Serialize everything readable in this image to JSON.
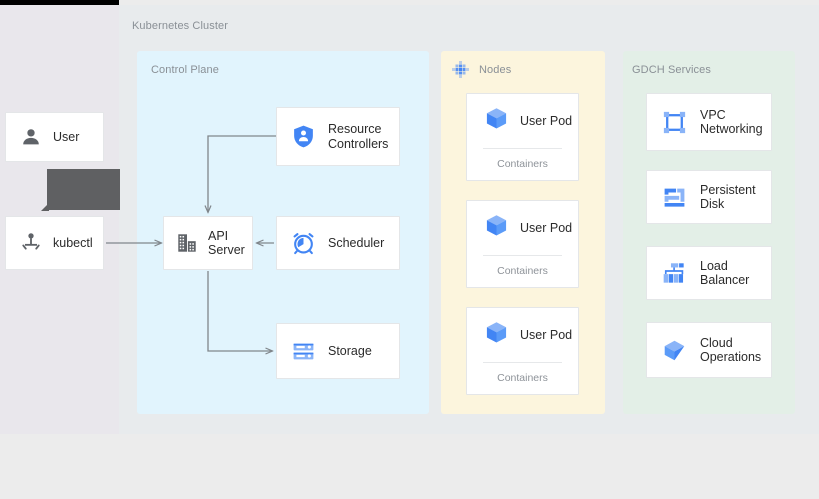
{
  "diagram": {
    "title": "Kubernetes Cluster",
    "groups": {
      "control_plane": {
        "title": "Control Plane",
        "color": "#e1f4fd"
      },
      "nodes": {
        "title": "Nodes",
        "color": "#fcf5dd",
        "icon": "nodes-grid-icon"
      },
      "gdch": {
        "title": "GDCH Services",
        "color": "#e3efe7"
      }
    },
    "actors": [
      {
        "id": "user",
        "label": "User",
        "icon": "person-icon"
      },
      {
        "id": "kubectl",
        "label": "kubectl",
        "icon": "kubectl-icon"
      }
    ],
    "control_plane_nodes": [
      {
        "id": "resource-controllers",
        "label": "Resource\nControllers",
        "icon": "shield-person-icon"
      },
      {
        "id": "api-server",
        "label": "API\nServer",
        "icon": "server-building-icon"
      },
      {
        "id": "scheduler",
        "label": "Scheduler",
        "icon": "alarm-clock-icon"
      },
      {
        "id": "storage",
        "label": "Storage",
        "icon": "storage-stack-icon"
      }
    ],
    "pods": [
      {
        "id": "pod-1",
        "label": "User Pod",
        "sublabel": "Containers",
        "icon": "cube-icon"
      },
      {
        "id": "pod-2",
        "label": "User Pod",
        "sublabel": "Containers",
        "icon": "cube-icon"
      },
      {
        "id": "pod-3",
        "label": "User Pod",
        "sublabel": "Containers",
        "icon": "cube-icon"
      }
    ],
    "services": [
      {
        "id": "vpc-networking",
        "label": "VPC\nNetworking",
        "icon": "vpc-networking-icon"
      },
      {
        "id": "persistent-disk",
        "label": "Persistent\nDisk",
        "icon": "persistent-disk-icon"
      },
      {
        "id": "load-balancer",
        "label": "Load\nBalancer",
        "icon": "load-balancer-icon"
      },
      {
        "id": "cloud-operations",
        "label": "Cloud\nOperations",
        "icon": "cloud-operations-icon"
      }
    ],
    "colors": {
      "accent_blue": "#4285f4",
      "icon_gray": "#5f6368",
      "connector": "#80868b",
      "label_gray": "#8a9096",
      "overlay_gray": "#5f6062"
    }
  }
}
